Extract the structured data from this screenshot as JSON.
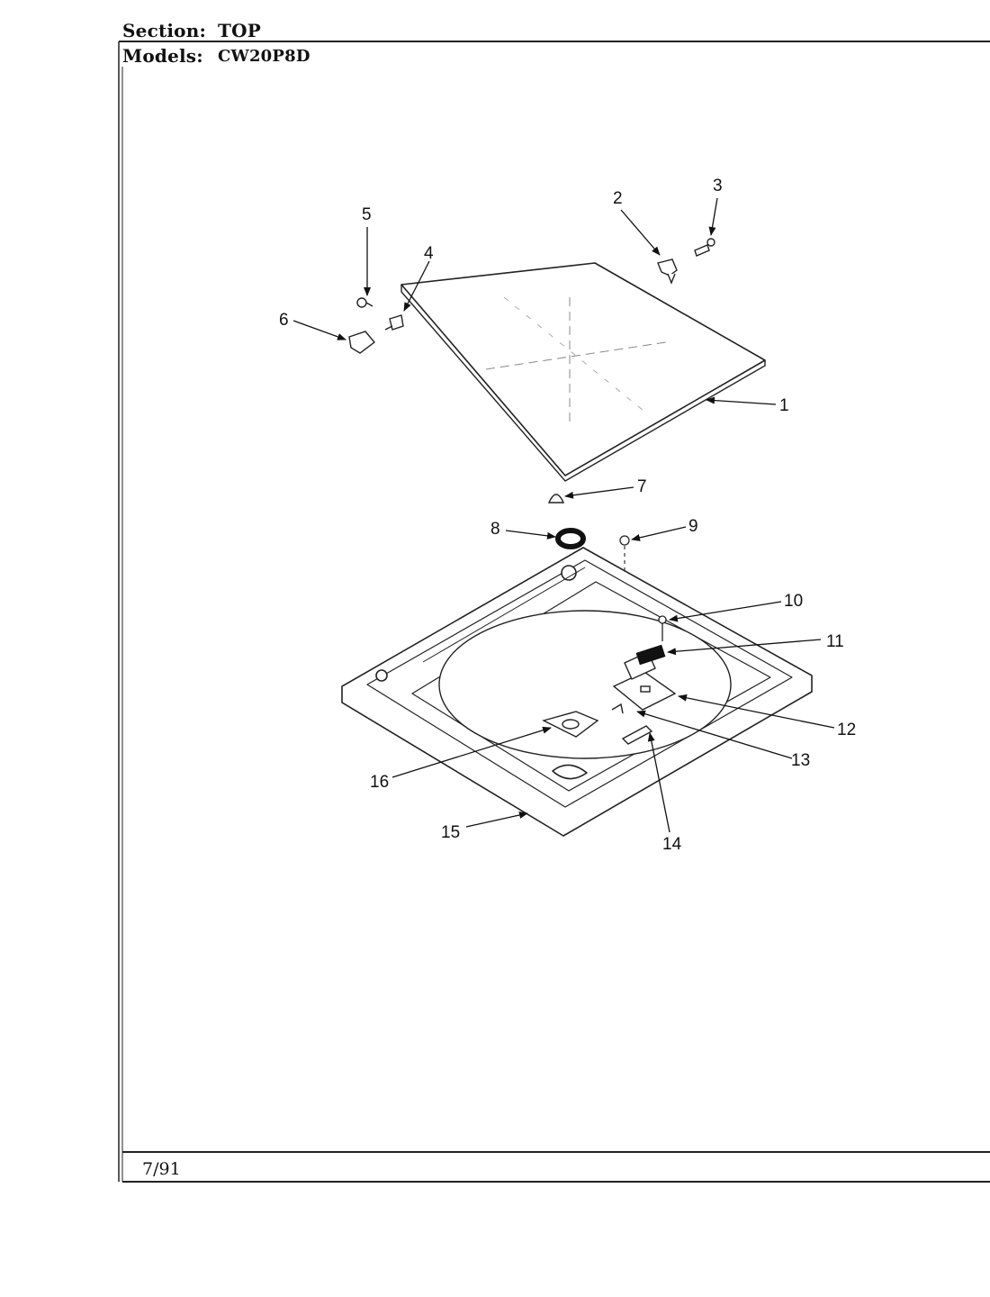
{
  "header": {
    "section_label": "Section:",
    "section_value": "TOP",
    "models_label": "Models:",
    "models_value": "CW20P8D"
  },
  "footer": {
    "date": "7/91"
  },
  "callouts": {
    "c1": "1",
    "c2": "2",
    "c3": "3",
    "c4": "4",
    "c5": "5",
    "c6": "6",
    "c7": "7",
    "c8": "8",
    "c9": "9",
    "c10": "10",
    "c11": "11",
    "c12": "12",
    "c13": "13",
    "c14": "14",
    "c15": "15",
    "c16": "16"
  }
}
